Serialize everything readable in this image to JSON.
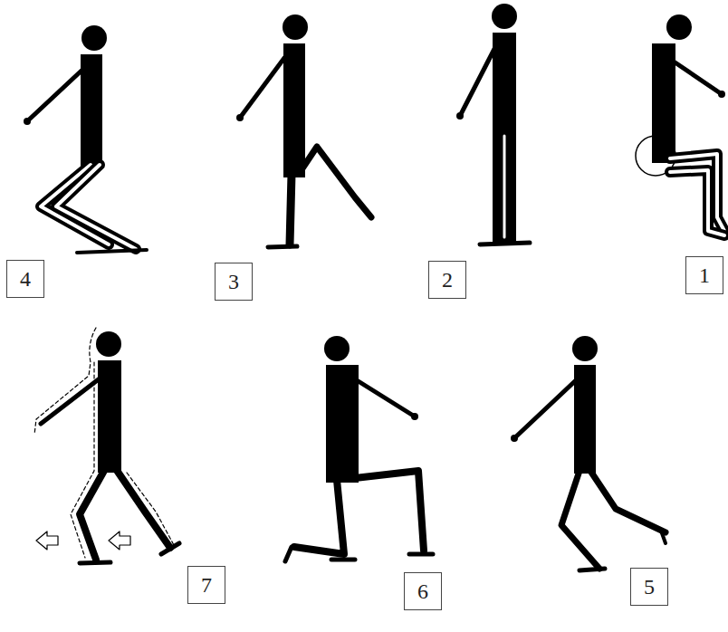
{
  "diagram": {
    "nodes": [
      {
        "text": [
          "4"
        ]
      },
      {
        "text": [
          "3"
        ]
      },
      {
        "text": [
          "2"
        ]
      },
      {
        "text": [
          "1"
        ]
      },
      {
        "text": [
          "7"
        ]
      },
      {
        "text": [
          "6"
        ]
      },
      {
        "text": [
          "5"
        ]
      }
    ]
  }
}
